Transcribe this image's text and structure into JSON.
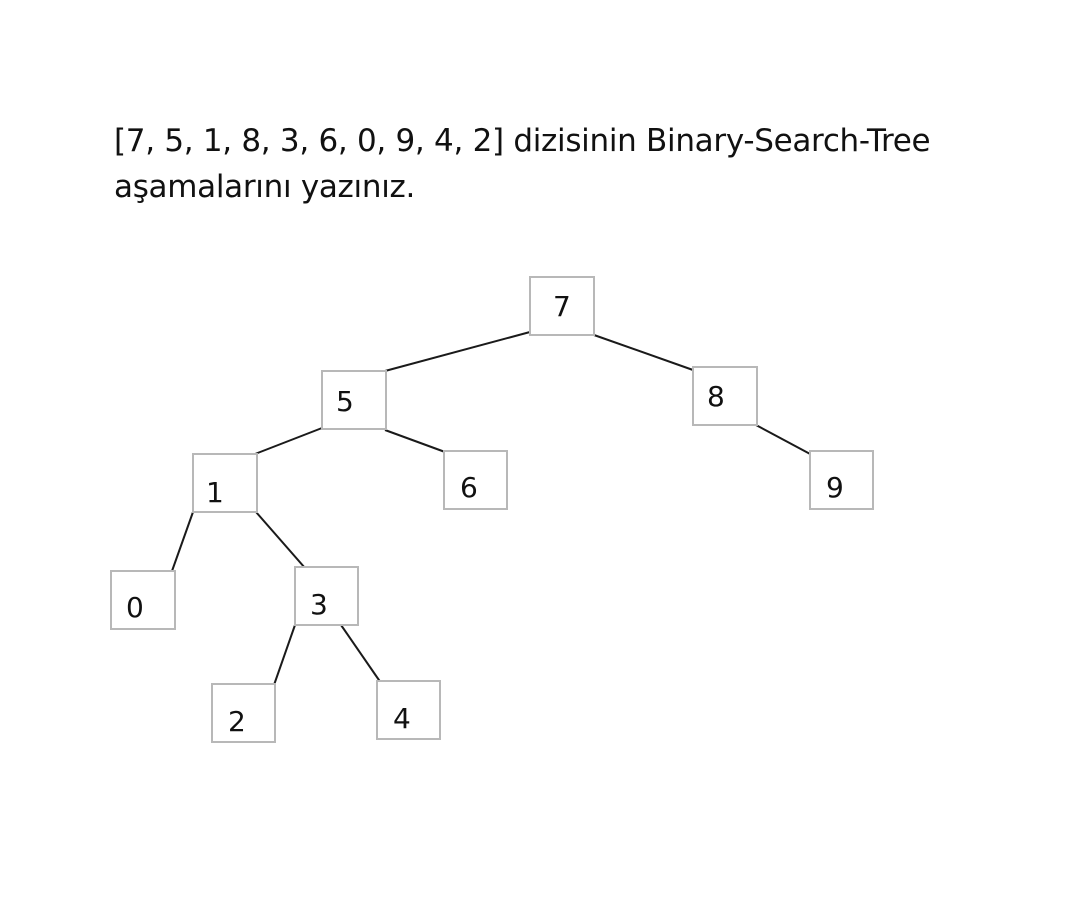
{
  "question": {
    "line1": "[7, 5, 1, 8, 3, 6, 0, 9, 4, 2] dizisinin Binary-Search-Tree",
    "line2": "aşamalarını yazınız."
  },
  "tree": {
    "nodes": [
      {
        "id": "n7",
        "label": "7"
      },
      {
        "id": "n5",
        "label": "5"
      },
      {
        "id": "n8",
        "label": "8"
      },
      {
        "id": "n1",
        "label": "1"
      },
      {
        "id": "n6",
        "label": "6"
      },
      {
        "id": "n9",
        "label": "9"
      },
      {
        "id": "n0",
        "label": "0"
      },
      {
        "id": "n3",
        "label": "3"
      },
      {
        "id": "n2",
        "label": "2"
      },
      {
        "id": "n4",
        "label": "4"
      }
    ],
    "edges": [
      {
        "from": "n7",
        "to": "n5"
      },
      {
        "from": "n7",
        "to": "n8"
      },
      {
        "from": "n5",
        "to": "n1"
      },
      {
        "from": "n5",
        "to": "n6"
      },
      {
        "from": "n8",
        "to": "n9"
      },
      {
        "from": "n1",
        "to": "n0"
      },
      {
        "from": "n1",
        "to": "n3"
      },
      {
        "from": "n3",
        "to": "n2"
      },
      {
        "from": "n3",
        "to": "n4"
      }
    ]
  }
}
